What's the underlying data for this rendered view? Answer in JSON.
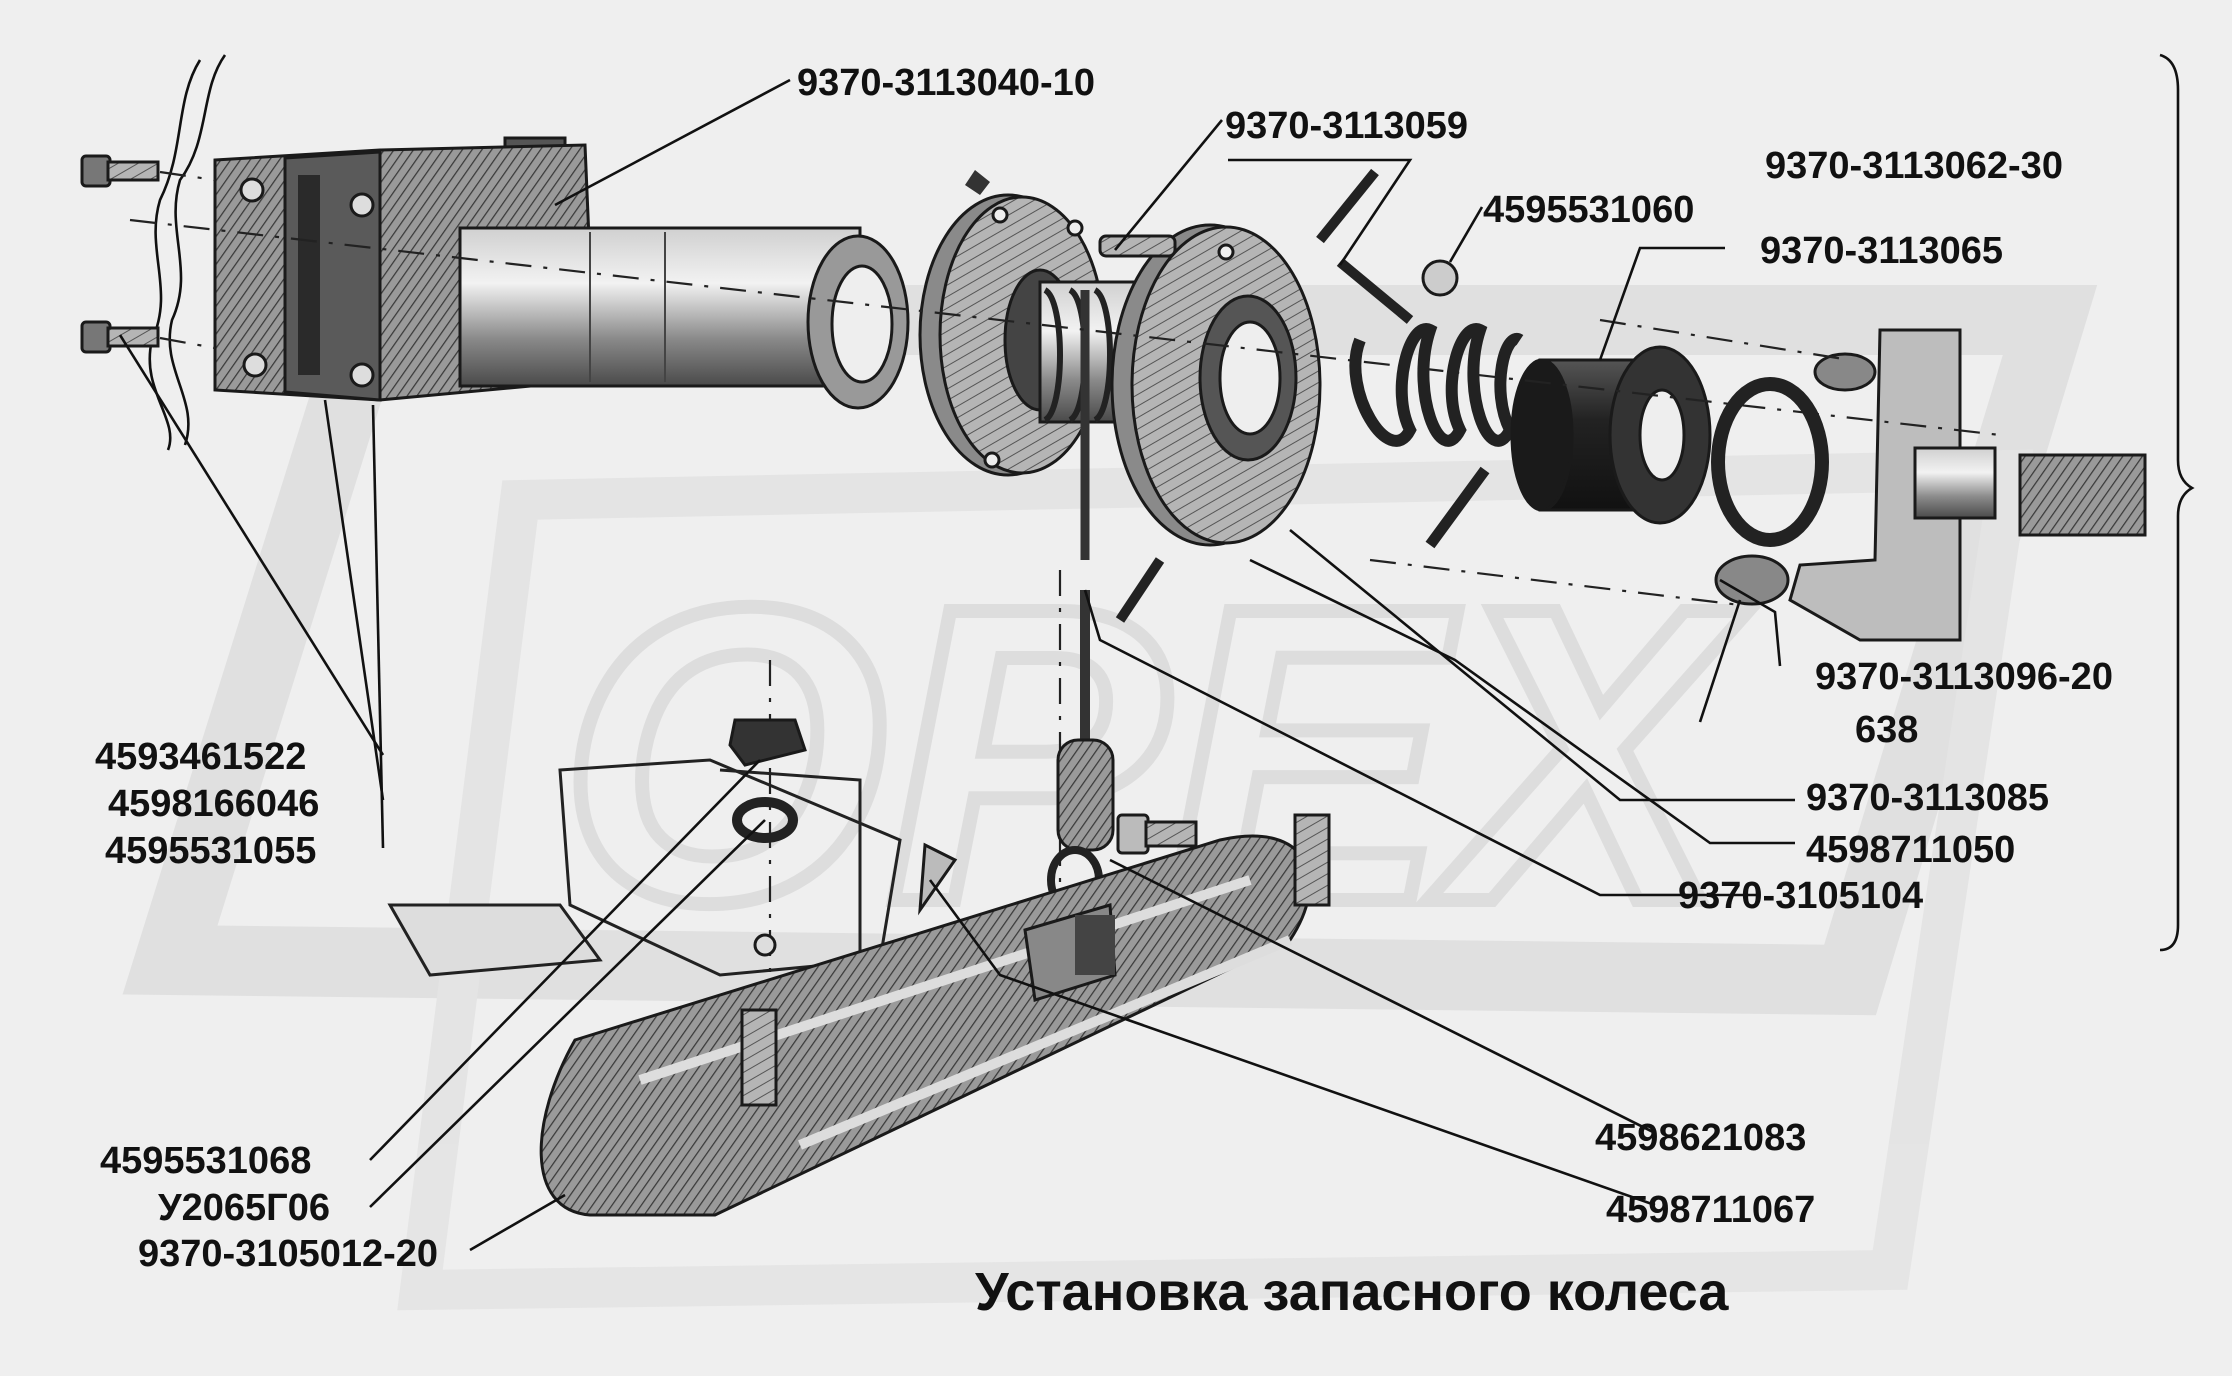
{
  "title": "Установка запасного колеса",
  "watermark": "OPEX",
  "colors": {
    "background": "#efefef",
    "ink": "#111111",
    "watermark": "#d9d9d9",
    "part_fill": "#8f8f8f"
  },
  "labels": {
    "p9370_3113040_10": "9370-3113040-10",
    "p9370_3113059": "9370-3113059",
    "p9370_3113062_30": "9370-3113062-30",
    "p4595531060": "4595531060",
    "p9370_3113065": "9370-3113065",
    "p9370_3113096_20": "9370-3113096-20",
    "p638": "638",
    "p9370_3113085": "9370-3113085",
    "p4598711050": "4598711050",
    "p9370_3105104": "9370-3105104",
    "p4593461522": "4593461522",
    "p4598166046": "4598166046",
    "p4595531055": "4595531055",
    "p4598621083": "4598621083",
    "p4598711067": "4598711067",
    "p4595531068": "4595531068",
    "pU2065G06": "У2065Г06",
    "p9370_3105012_20": "9370-3105012-20"
  }
}
